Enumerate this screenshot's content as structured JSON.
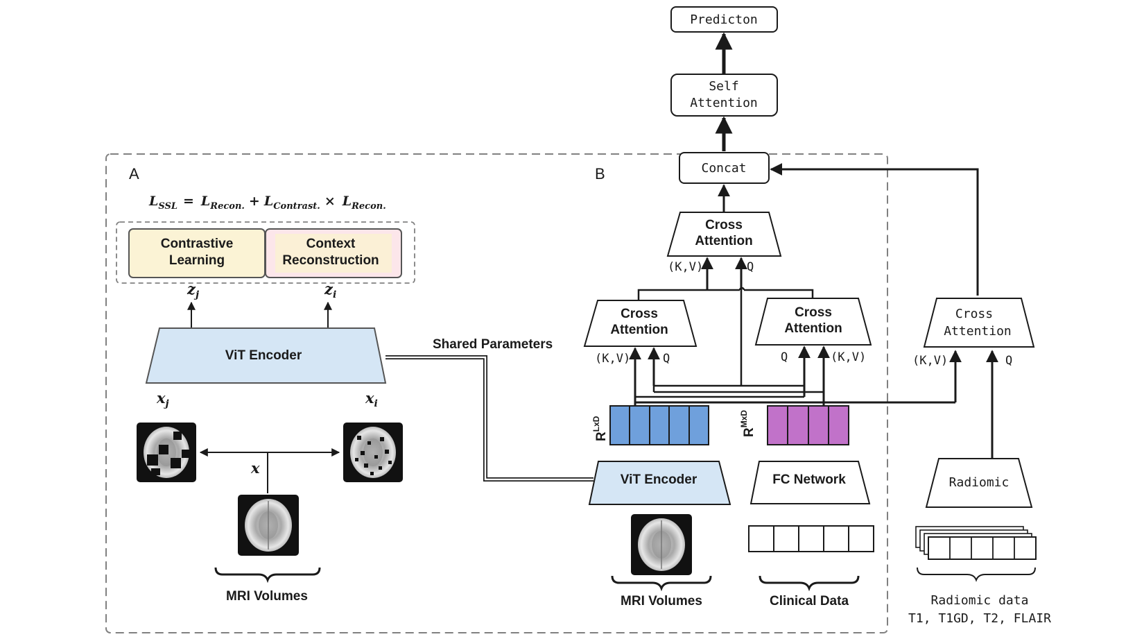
{
  "panel_labels": {
    "a": "A",
    "b": "B"
  },
  "loss_formula": {
    "l1": "L",
    "s1": "SSL",
    "eq": "=",
    "l2": "L",
    "s2": "Recon.",
    "plus": "+",
    "l3": "L",
    "s3": "Contrast.",
    "times": "×",
    "l4": "L",
    "s4": "Recon."
  },
  "panel_a": {
    "contrastive": [
      "Contrastive",
      "Learning"
    ],
    "context": [
      "Context",
      "Reconstruction"
    ],
    "z_left": "z",
    "z_left_sub": "j",
    "z_right": "z",
    "z_right_sub": "i",
    "vit_encoder": "ViT Encoder",
    "x_left": "x",
    "x_left_sub": "j",
    "x_right": "x",
    "x_right_sub": "i",
    "x_center": "x",
    "mri_label": "MRI Volumes"
  },
  "shared_parameters": "Shared Parameters",
  "panel_b": {
    "prediction": "Predicton",
    "self_attention": [
      "Self",
      "Attention"
    ],
    "concat": "Concat",
    "cross_top": [
      "Cross",
      "Attention"
    ],
    "cross_left": [
      "Cross",
      "Attention"
    ],
    "cross_right": [
      "Cross",
      "Attention"
    ],
    "kv": "(K,V)",
    "q": "Q",
    "r_lxd_base": "R",
    "r_lxd_sup": "LxD",
    "r_mxd_base": "R",
    "r_mxd_sup": "MxD",
    "vit_encoder": "ViT Encoder",
    "fc_network": "FC Network",
    "mri_label": "MRI Volumes",
    "clinical_label": "Clinical Data"
  },
  "radiomic": {
    "cross": [
      "Cross",
      "Attention"
    ],
    "kv": "(K,V)",
    "q": "Q",
    "box": "Radiomic",
    "data_label": [
      "Radiomic data",
      "T1, T1GD, T2, FLAIR"
    ]
  },
  "colors": {
    "contrastive_fill": "#fbf3d5",
    "context_fill": "#fce6ea",
    "encoder_fill": "#d5e6f5",
    "lxd_fill": "#6fa0dc",
    "mxd_fill": "#c172c9",
    "stroke": "#1a1a1a",
    "dash": "#808080"
  },
  "icons": [
    "mri-brain-icon",
    "masked-mri-brain-icon",
    "curly-brace-icon",
    "arrow-icon"
  ]
}
